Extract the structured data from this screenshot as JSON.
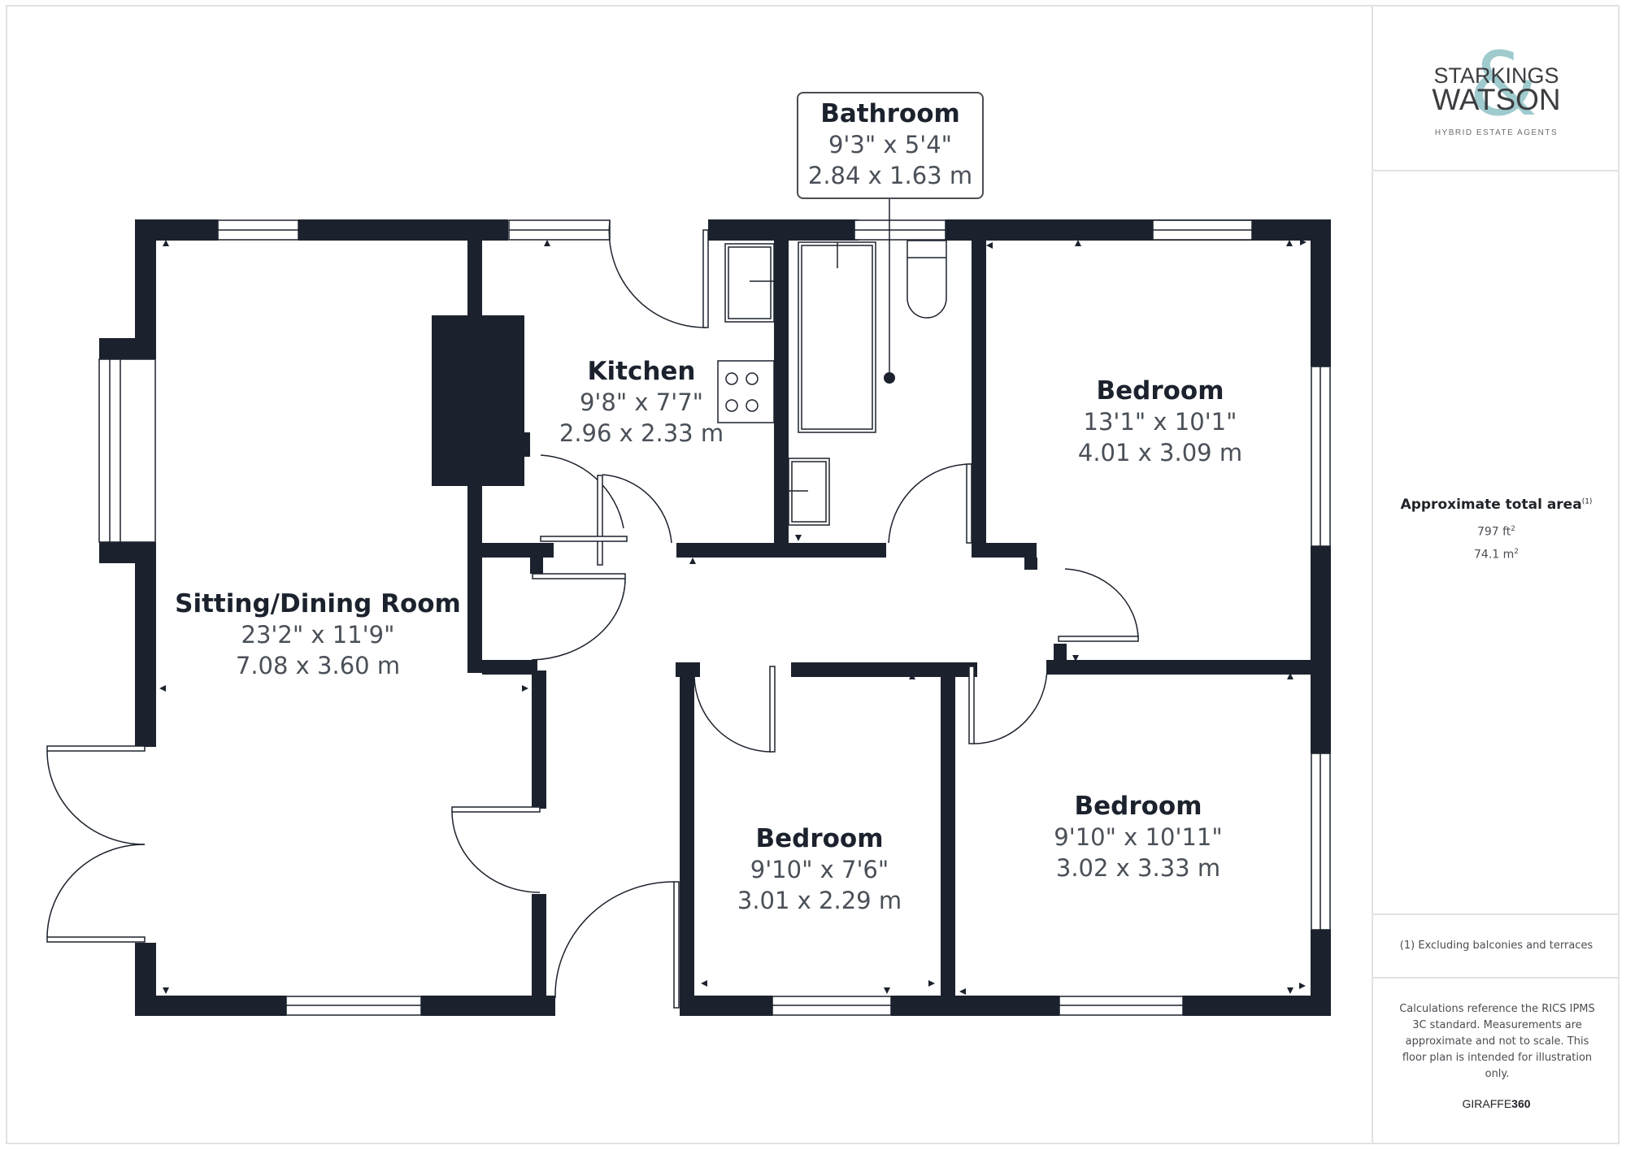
{
  "floorplan": {
    "rooms": [
      {
        "name": "Sitting/Dining Room",
        "imperial": "23'2\" x 11'9\"",
        "metric": "7.08 x 3.60 m"
      },
      {
        "name": "Kitchen",
        "imperial": "9'8\" x 7'7\"",
        "metric": "2.96 x 2.33 m"
      },
      {
        "name": "Bathroom",
        "imperial": "9'3\" x 5'4\"",
        "metric": "2.84 x 1.63 m"
      },
      {
        "name": "Bedroom",
        "imperial": "13'1\" x 10'1\"",
        "metric": "4.01 x 3.09 m"
      },
      {
        "name": "Bedroom",
        "imperial": "9'10\" x 7'6\"",
        "metric": "3.01 x 2.29 m"
      },
      {
        "name": "Bedroom",
        "imperial": "9'10\" x 10'11\"",
        "metric": "3.02 x 3.33 m"
      }
    ],
    "colors": {
      "wall": "#1c222d",
      "line": "#1c222d",
      "label": "#1c222d",
      "dimension": "#4a5058"
    }
  },
  "sidebar": {
    "logo": {
      "line1": "STARKINGS",
      "line2": "WATSON",
      "ampersand": "&",
      "tagline": "HYBRID ESTATE AGENTS",
      "accent": "#8fc2c6"
    },
    "area": {
      "title": "Approximate total area",
      "footnote_marker": "(1)",
      "imperial_value": "797 ft",
      "imperial_unit_sup": "2",
      "metric_value": "74.1 m",
      "metric_unit_sup": "2"
    },
    "footnote": "(1) Excluding balconies and terraces",
    "disclaimer": "Calculations reference the RICS IPMS 3C standard. Measurements are approximate and not to scale. This floor plan is intended for illustration only.",
    "brand": {
      "prefix": "GIRAFFE",
      "suffix": "360"
    }
  }
}
